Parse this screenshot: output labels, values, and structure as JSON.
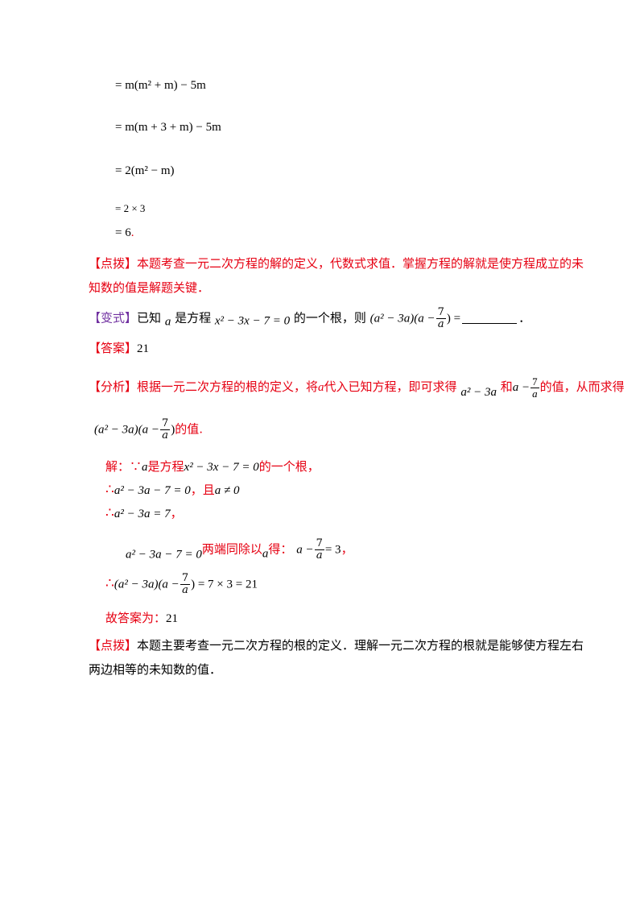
{
  "steps": {
    "s1": "= m(m² + m) − 5m",
    "s2": "= m(m + 3 + m) − 5m",
    "s3": "= 2(m² − m)",
    "s4": "= 2 × 3",
    "s5": "= 6",
    "s5_dot": "."
  },
  "tip1": {
    "tag": "【点拨】",
    "text": "本题考查一元二次方程的解的定义，代数式求值．掌握方程的解就是使方程成立的未知数的值是解题关键．"
  },
  "variant": {
    "tag": "【变式】",
    "t1": "已知",
    "var_a": "a",
    "t2": "是方程",
    "equation": "x² − 3x − 7 = 0",
    "t3": "的一个根，则",
    "expr_left": "(a² − 3a)(a −",
    "frac_num": "7",
    "frac_den": "a",
    "expr_right": ") =",
    "end": "．"
  },
  "answer": {
    "tag": "【答案】",
    "value": "21"
  },
  "analysis": {
    "tag": "【分析】",
    "t1": "根据一元二次方程的根的定义，将",
    "var_a": "a",
    "t2": "代入已知方程，即可求得",
    "expr1": "a² − 3a",
    "t3": "和",
    "expr2_left": "a −",
    "frac_num": "7",
    "frac_den": "a",
    "t4": "的值，从而求得",
    "line2_expr_left": "(a² − 3a)(a −",
    "line2_expr_right": ")",
    "t5": "的值."
  },
  "solution": {
    "l1_label": "解：∵",
    "l1_a": "a",
    "l1_mid": "是方程",
    "l1_eq": "x² − 3x − 7 = 0",
    "l1_end": "的一个根，",
    "therefore": "∴",
    "l2_eq": "a² − 3a − 7 = 0",
    "l2_sep": "，且",
    "l2_cond": "a ≠ 0",
    "l3_eq": "a² − 3a = 7",
    "l3_end": "，",
    "l4_eq": "a² − 3a − 7 = 0",
    "l4_mid": "两端同除以",
    "l4_a": "a",
    "l4_mid2": "得：",
    "l4_res_left": "a −",
    "l4_res_right": "= 3",
    "l4_end": "，",
    "l5_left": "(a² − 3a)(a −",
    "l5_right": ") = 7 × 3 = 21",
    "final_label": "故答案为：",
    "final_value": "21"
  },
  "tip2": {
    "tag": "【点拨】",
    "text": "本题主要考查一元二次方程的根的定义．理解一元二次方程的根就是能够使方程左右两边相等的未知数的值．"
  },
  "colors": {
    "red": "#e60012",
    "purple": "#7030a0",
    "black": "#000000"
  }
}
